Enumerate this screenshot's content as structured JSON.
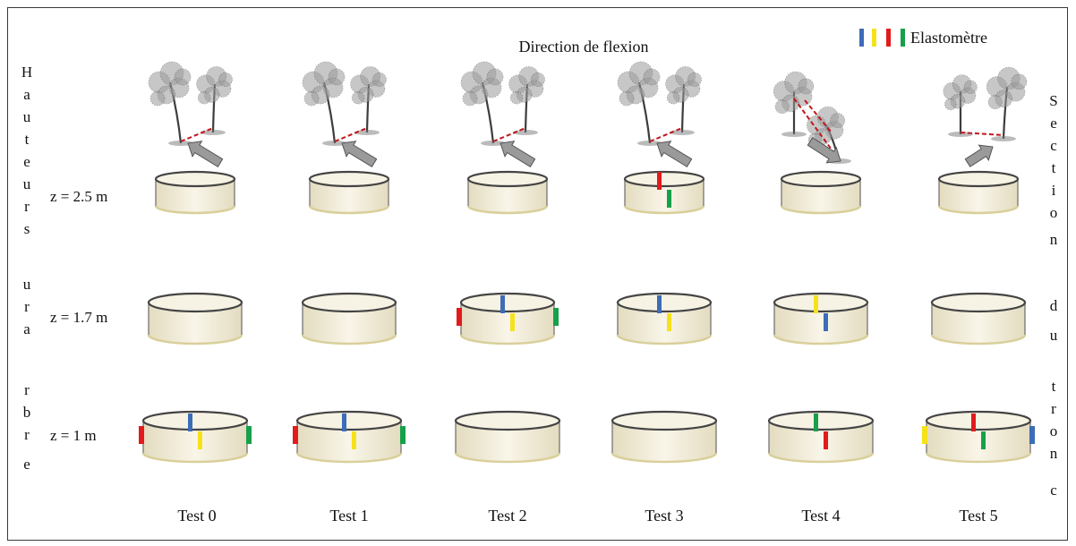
{
  "title": "Direction de flexion",
  "legend": {
    "label": "Elastomètre",
    "colors": [
      "#3d6cb8",
      "#f5e21b",
      "#e31a1c",
      "#16a04a"
    ]
  },
  "left_axis_text": "Hauteur sur arbre",
  "right_axis_text": "Section du tronc",
  "left_axis_letters": [
    "H",
    "a",
    "u",
    "t",
    "e",
    "u",
    "r",
    "s",
    "u",
    "r",
    "a",
    "r",
    "b",
    "r",
    "e"
  ],
  "right_axis_letters": [
    "S",
    "e",
    "c",
    "t",
    "i",
    "o",
    "n",
    "d",
    "u",
    "t",
    "r",
    "o",
    "n",
    "c"
  ],
  "rows": [
    {
      "label": "z = 2.5 m"
    },
    {
      "label": "z = 1.7 m"
    },
    {
      "label": "z = 1 m"
    }
  ],
  "tests": [
    {
      "label": "Test 0",
      "pull": "left"
    },
    {
      "label": "Test 1",
      "pull": "left"
    },
    {
      "label": "Test 2",
      "pull": "left"
    },
    {
      "label": "Test 3",
      "pull": "left"
    },
    {
      "label": "Test 4",
      "pull": "down-right"
    },
    {
      "label": "Test 5",
      "pull": "right"
    }
  ],
  "sensors": {
    "0-2": [
      "blue-top",
      "yellow-front",
      "red-left",
      "green-right"
    ],
    "1-2": [
      "blue-top",
      "yellow-front",
      "red-left",
      "green-right"
    ],
    "2-1": [
      "blue-top",
      "yellow-front",
      "red-left",
      "green-right"
    ],
    "3-0": [
      "red-top",
      "green-front"
    ],
    "3-1": [
      "blue-top",
      "yellow-front"
    ],
    "4-1": [
      "yellow-top",
      "blue-front"
    ],
    "4-2": [
      "green-top",
      "red-front"
    ],
    "5-2": [
      "red-top",
      "green-front",
      "yellow-left",
      "blue-right"
    ]
  },
  "colors": {
    "blue": "#3d6cb8",
    "yellow": "#f5e21b",
    "red": "#e31a1c",
    "green": "#16a04a",
    "drum_fill": "#f4efdc",
    "drum_rim": "#444444",
    "arrow": "#8c8c8c",
    "cable": "#c0161b"
  }
}
